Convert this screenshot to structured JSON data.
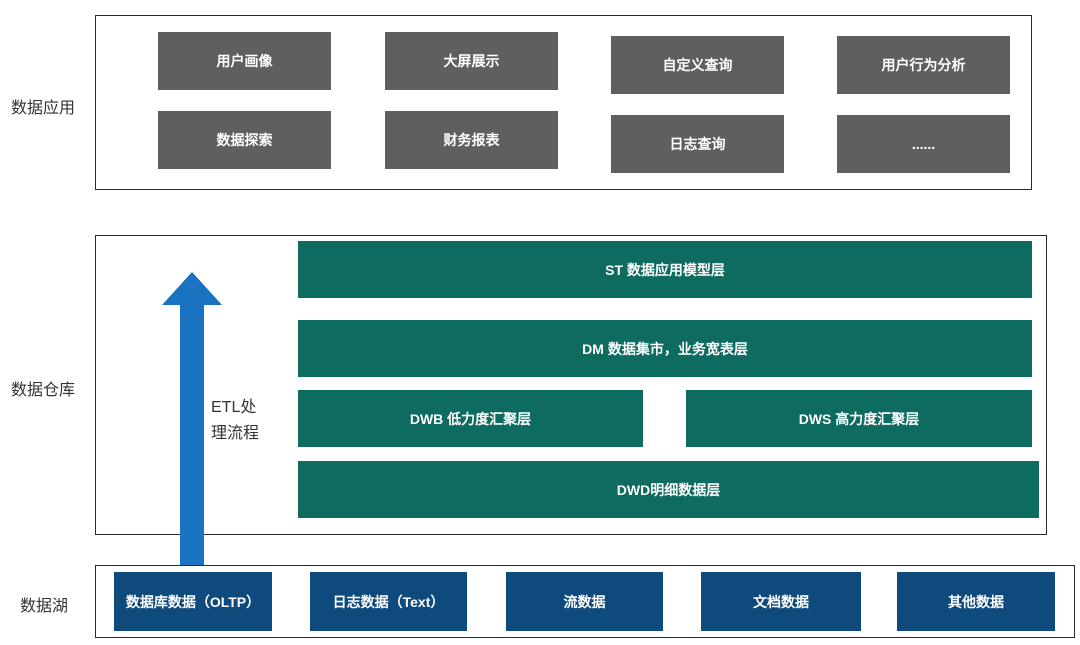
{
  "layers": {
    "app": {
      "label": "数据应用",
      "items": [
        "用户画像",
        "大屏展示",
        "自定义查询",
        "用户行为分析",
        "数据探索",
        "财务报表",
        "日志查询",
        "......"
      ]
    },
    "warehouse": {
      "label": "数据仓库",
      "st": "ST 数据应用模型层",
      "dm": "DM 数据集市，业务宽表层",
      "dwb": "DWB 低力度汇聚层",
      "dws": "DWS 高力度汇聚层",
      "dwd": "DWD明细数据层",
      "etl_line1": "ETL处",
      "etl_line2": "理流程"
    },
    "lake": {
      "label": "数据湖",
      "items": [
        "数据库数据（OLTP）",
        "日志数据（Text）",
        "流数据",
        "文档数据",
        "其他数据"
      ]
    }
  },
  "colors": {
    "app_box": "#5f5f5f",
    "warehouse_box": "#0d6b5f",
    "lake_box": "#0f4a7d",
    "arrow": "#1a73c0"
  }
}
